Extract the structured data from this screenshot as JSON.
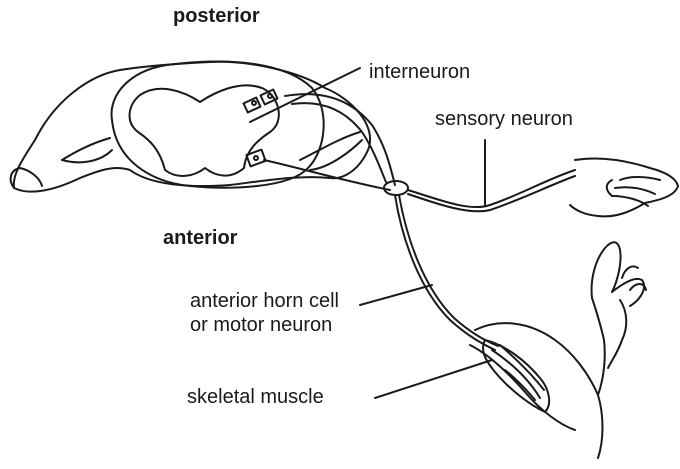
{
  "labels": {
    "posterior": "posterior",
    "anterior": "anterior",
    "interneuron": "interneuron",
    "sensory_neuron": "sensory neuron",
    "motor_neuron_line1": "anterior horn cell",
    "motor_neuron_line2": "or motor neuron",
    "skeletal_muscle": "skeletal muscle"
  },
  "colors": {
    "ink": "#1a1a1a",
    "background": "#ffffff"
  }
}
